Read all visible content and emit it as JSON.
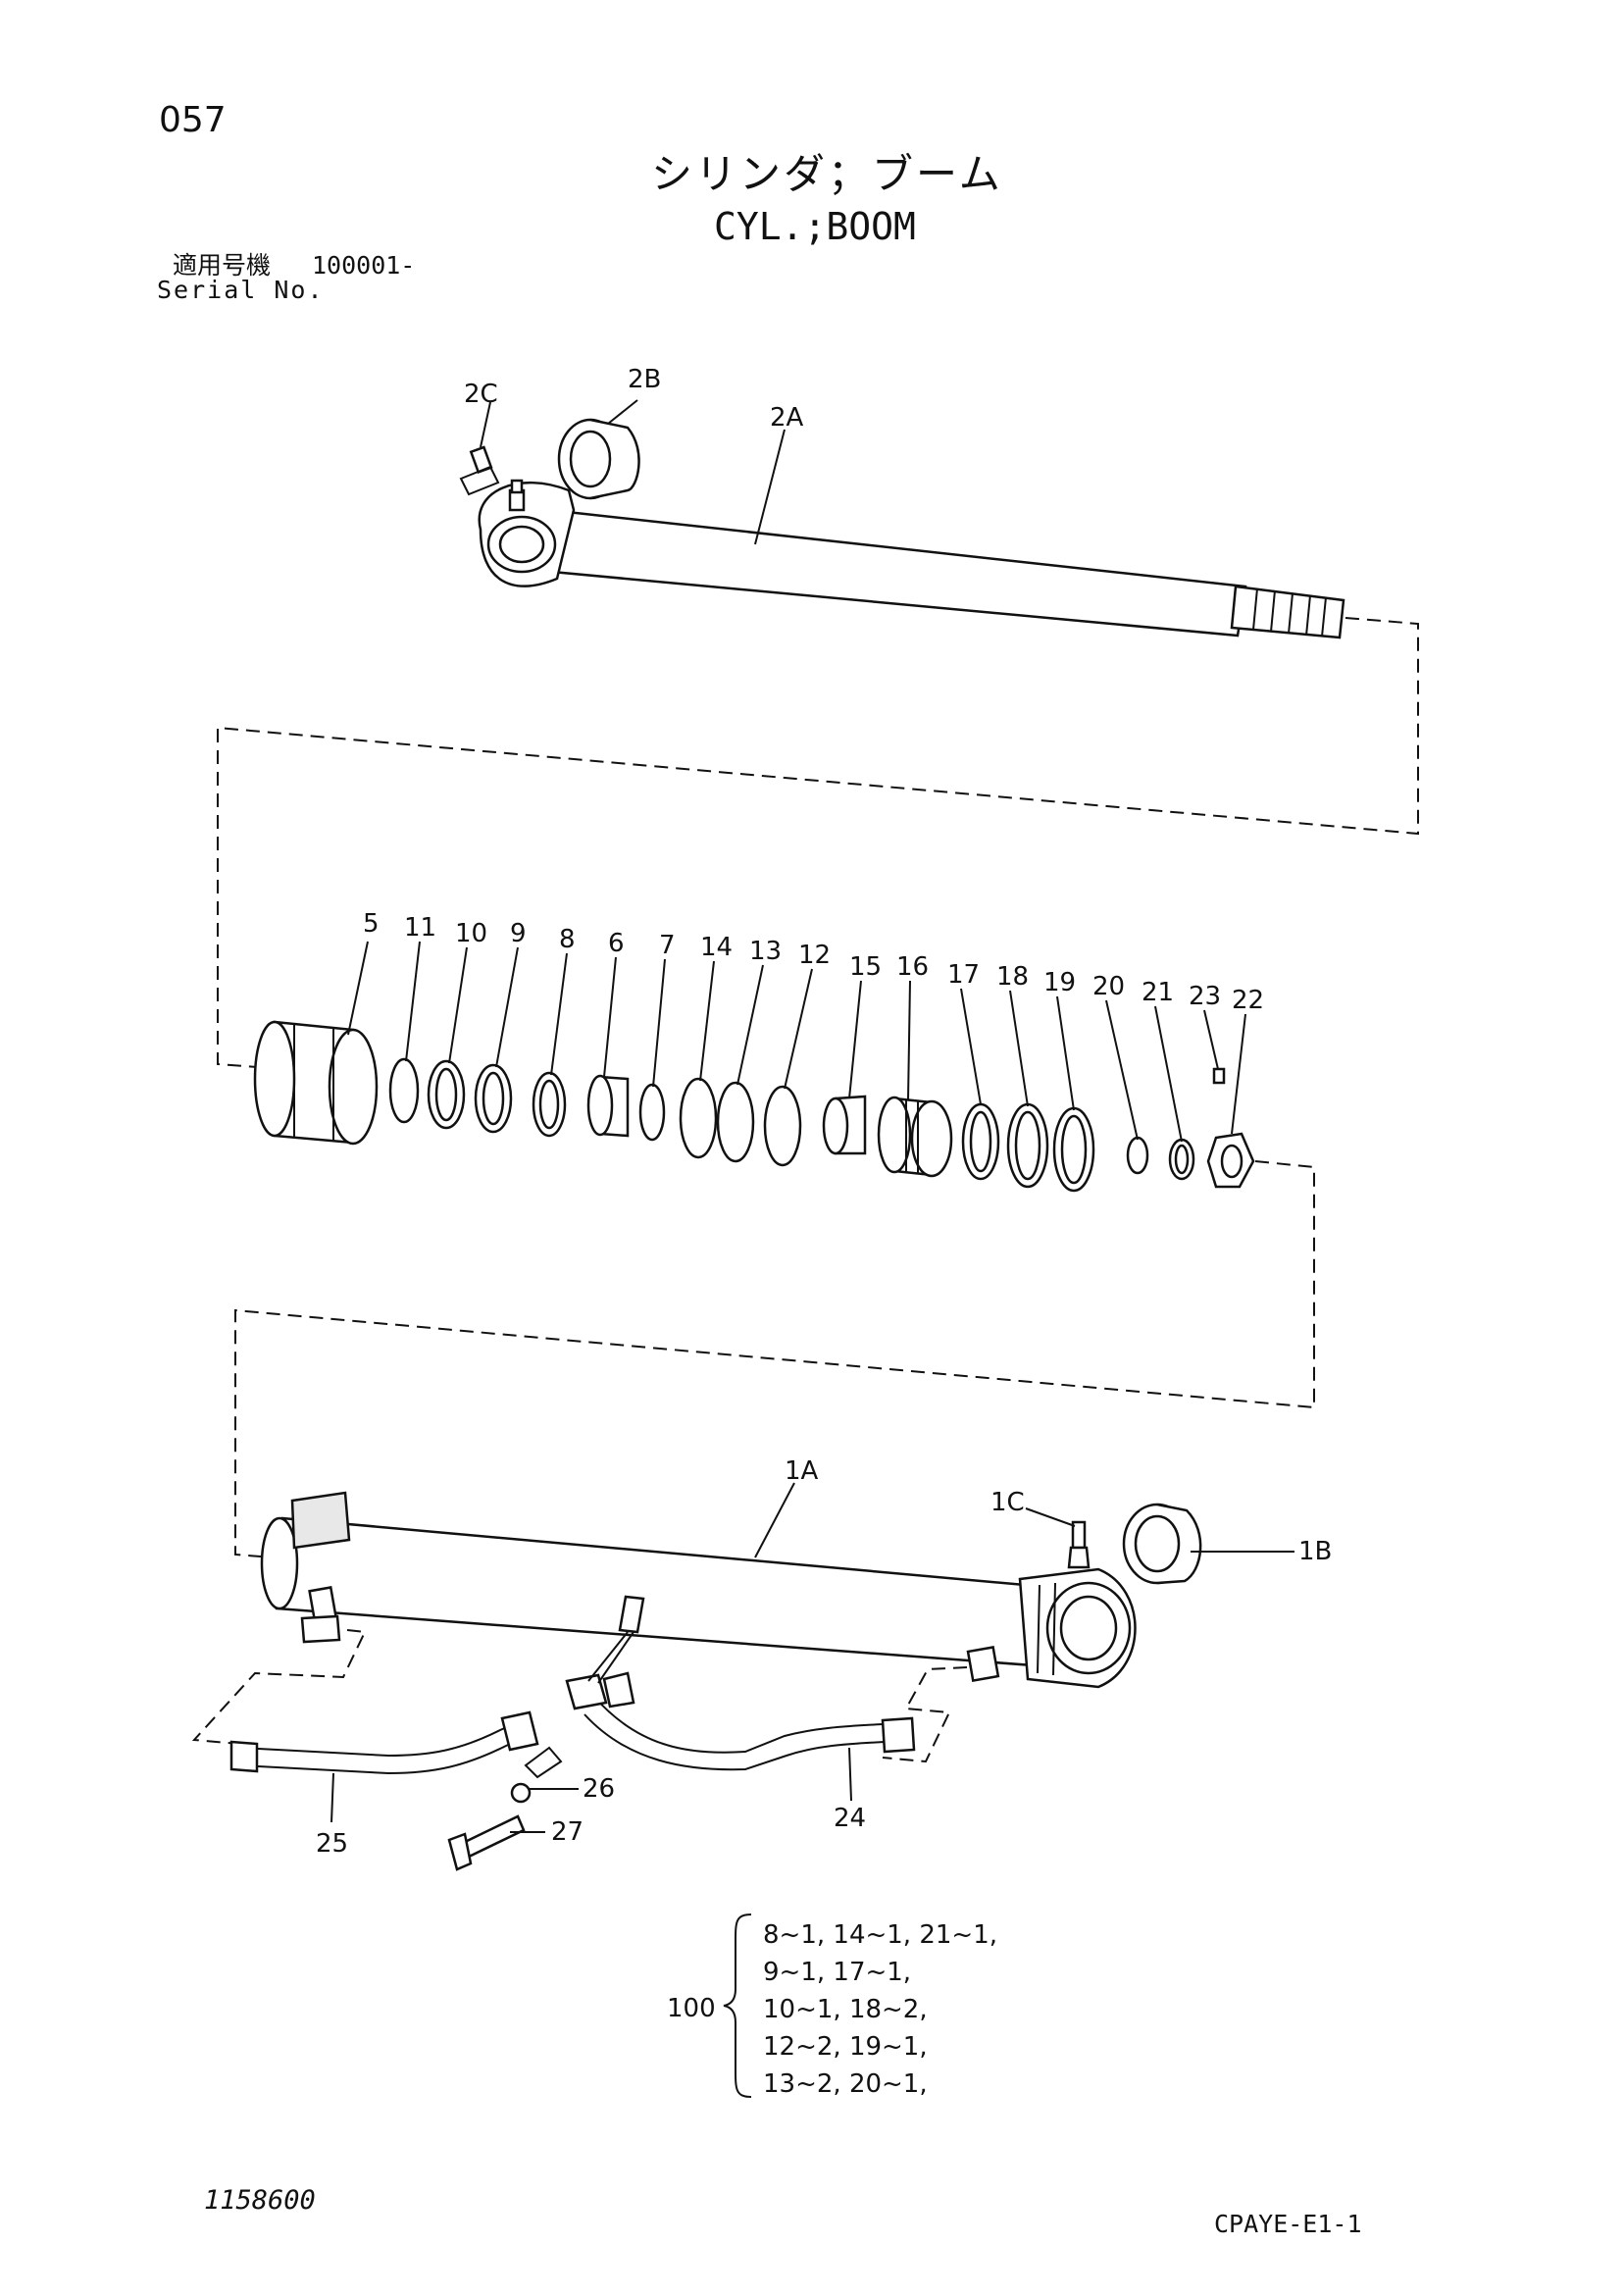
{
  "header": {
    "page_number": "057",
    "title_jp": "シリンダ；ブーム",
    "title_en": "CYL.;BOOM",
    "serial_label_jp": "適用号機",
    "serial_value": "100001-",
    "serial_label_en": "Serial No."
  },
  "callouts": {
    "c2C": "2C",
    "c2B": "2B",
    "c2A": "2A",
    "c5": "5",
    "c11": "11",
    "c10": "10",
    "c9": "9",
    "c8": "8",
    "c6": "6",
    "c7": "7",
    "c14": "14",
    "c13": "13",
    "c12": "12",
    "c15": "15",
    "c16": "16",
    "c17": "17",
    "c18": "18",
    "c19": "19",
    "c20": "20",
    "c21": "21",
    "c23": "23",
    "c22": "22",
    "c1A": "1A",
    "c1C": "1C",
    "c1B": "1B",
    "c26": "26",
    "c27": "27",
    "c25": "25",
    "c24": "24"
  },
  "kit": {
    "label": "100",
    "lines": [
      "8~1, 14~1, 21~1,",
      "9~1, 17~1,",
      "10~1, 18~2,",
      "12~2, 19~1,",
      "13~2, 20~1,"
    ]
  },
  "footer": {
    "drawing_number": "1158600",
    "page_code": "CPAYE-E1-1"
  }
}
